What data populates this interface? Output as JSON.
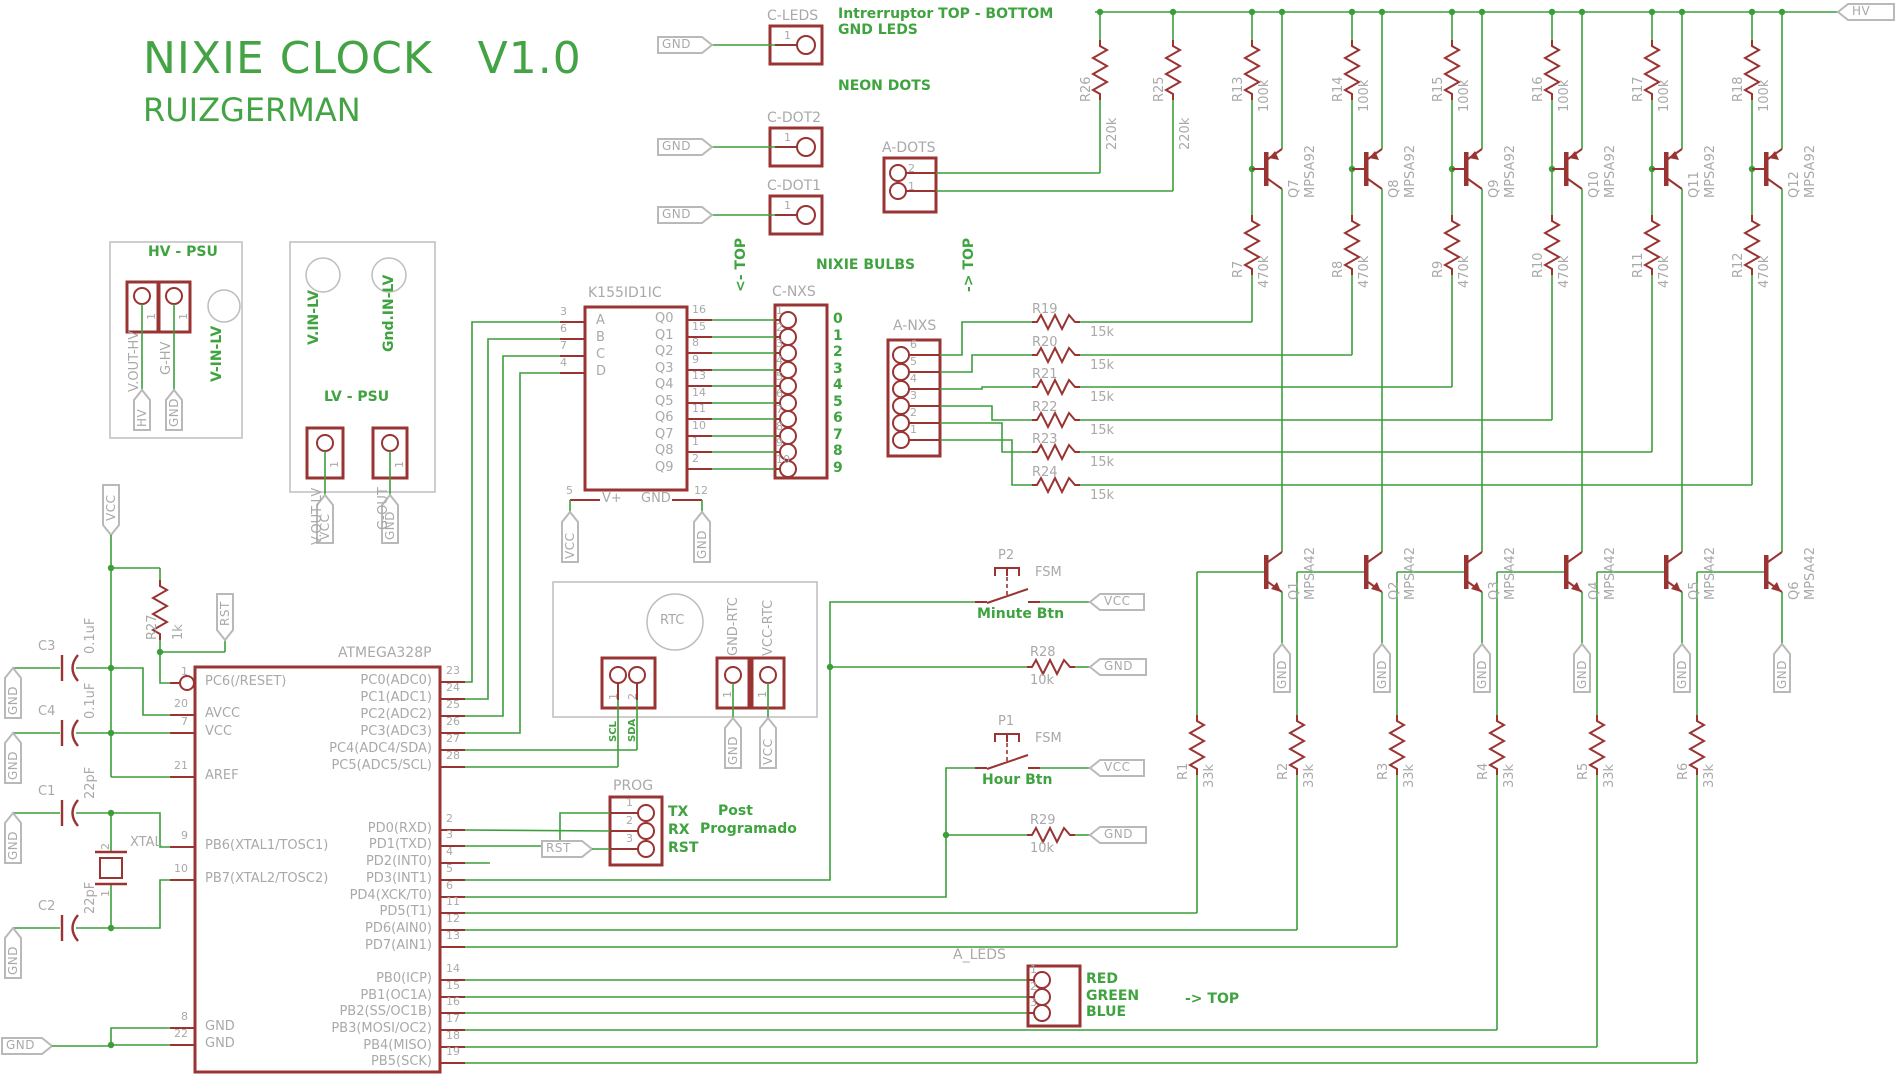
{
  "title": {
    "line1": "NIXIE CLOCK   V1.0",
    "line2": "RUIZGERMAN"
  },
  "colors": {
    "wire_green": "#3b9e3b",
    "component_red": "#9a3433",
    "annotation_green": "#3fa33f",
    "neutral_gray": "#b9b9b9",
    "label_gray": "#a9a9a9",
    "background": "#ffffff"
  },
  "power": {
    "vcc": "VCC",
    "gnd": "GND",
    "hv": "HV",
    "rst": "RST"
  },
  "notes": {
    "interruptor": "Intrerruptor TOP - BOTTOM",
    "gnd_leds": "GND LEDS",
    "neon_dots": "NEON DOTS",
    "nixie_bulbs": "NIXIE BULBS",
    "arrow_left_top": "<- TOP",
    "arrow_right_top": "-> TOP",
    "arrow_leds_top": "-> TOP",
    "post_line1": "Post",
    "post_line2": "Programado",
    "minute_btn": "Minute Btn",
    "hour_btn": "Hour Btn"
  },
  "connectors": {
    "c_leds": {
      "name": "C-LEDS",
      "pins": [
        "1"
      ]
    },
    "c_dot2": {
      "name": "C-DOT2",
      "pins": [
        "1"
      ]
    },
    "c_dot1": {
      "name": "C-DOT1",
      "pins": [
        "1"
      ]
    },
    "a_dots": {
      "name": "A-DOTS",
      "pins": [
        "2",
        "1"
      ]
    },
    "c_nxs": {
      "name": "C-NXS",
      "pins": [
        "1",
        "2",
        "3",
        "4",
        "5",
        "6",
        "7",
        "8",
        "9",
        "10"
      ],
      "digit_labels": [
        "0",
        "1",
        "2",
        "3",
        "4",
        "5",
        "6",
        "7",
        "8",
        "9"
      ]
    },
    "a_nxs": {
      "name": "A-NXS",
      "pins": [
        "6",
        "5",
        "4",
        "3",
        "2",
        "1"
      ]
    },
    "a_leds": {
      "name": "A_LEDS",
      "pins": [
        "1",
        "2",
        "3"
      ],
      "pin_labels": [
        "RED",
        "GREEN",
        "BLUE"
      ]
    },
    "prog": {
      "name": "PROG",
      "pins": [
        "1",
        "2",
        "3"
      ],
      "pin_labels": [
        "TX",
        "RX",
        "RST"
      ]
    }
  },
  "rtc": {
    "box_label": "RTC",
    "i2c_pins": [
      "1",
      "2"
    ],
    "i2c_labels": [
      "SCL",
      "SDA"
    ],
    "gnd_conn": {
      "name": "GND-RTC",
      "pin": "1"
    },
    "vcc_conn": {
      "name": "VCC-RTC",
      "pin": "1"
    }
  },
  "psu": {
    "hv": {
      "title": "HV - PSU",
      "out_v": "V.OUT-HV",
      "out_g": "G-HV",
      "in_label": "V-IN-LV",
      "pin": "1"
    },
    "lv": {
      "title": "LV - PSU",
      "in_v": "V.IN-LV",
      "in_g": "Gnd.IN-LV",
      "out_v": "V.OUT-LV",
      "out_g": "G-OUT",
      "pin": "1"
    }
  },
  "ics": {
    "k155": {
      "name": "K155ID1IC",
      "inputs": [
        {
          "pin": "3",
          "label": "A"
        },
        {
          "pin": "6",
          "label": "B"
        },
        {
          "pin": "7",
          "label": "C"
        },
        {
          "pin": "4",
          "label": "D"
        }
      ],
      "outputs": [
        {
          "pin": "16",
          "label": "Q0"
        },
        {
          "pin": "15",
          "label": "Q1"
        },
        {
          "pin": "8",
          "label": "Q2"
        },
        {
          "pin": "9",
          "label": "Q3"
        },
        {
          "pin": "13",
          "label": "Q4"
        },
        {
          "pin": "14",
          "label": "Q5"
        },
        {
          "pin": "11",
          "label": "Q6"
        },
        {
          "pin": "10",
          "label": "Q7"
        },
        {
          "pin": "1",
          "label": "Q8"
        },
        {
          "pin": "2",
          "label": "Q9"
        }
      ],
      "vplus_pin": "5",
      "vplus_label": "V+",
      "gnd_pin": "12",
      "gnd_label": "GND"
    },
    "atmega": {
      "name": "ATMEGA328P",
      "left_pins": [
        {
          "pin": "1",
          "label": "PC6(/RESET)"
        },
        {
          "pin": "20",
          "label": "AVCC"
        },
        {
          "pin": "7",
          "label": "VCC"
        },
        {
          "pin": "21",
          "label": "AREF"
        },
        {
          "pin": "9",
          "label": "PB6(XTAL1/TOSC1)"
        },
        {
          "pin": "10",
          "label": "PB7(XTAL2/TOSC2)"
        },
        {
          "pin": "8",
          "label": "GND"
        },
        {
          "pin": "22",
          "label": "GND"
        }
      ],
      "right_pins": [
        {
          "pin": "23",
          "label": "PC0(ADC0)"
        },
        {
          "pin": "24",
          "label": "PC1(ADC1)"
        },
        {
          "pin": "25",
          "label": "PC2(ADC2)"
        },
        {
          "pin": "26",
          "label": "PC3(ADC3)"
        },
        {
          "pin": "27",
          "label": "PC4(ADC4/SDA)"
        },
        {
          "pin": "28",
          "label": "PC5(ADC5/SCL)"
        },
        {
          "pin": "2",
          "label": "PD0(RXD)"
        },
        {
          "pin": "3",
          "label": "PD1(TXD)"
        },
        {
          "pin": "4",
          "label": "PD2(INT0)"
        },
        {
          "pin": "5",
          "label": "PD3(INT1)"
        },
        {
          "pin": "6",
          "label": "PD4(XCK/T0)"
        },
        {
          "pin": "11",
          "label": "PD5(T1)"
        },
        {
          "pin": "12",
          "label": "PD6(AIN0)"
        },
        {
          "pin": "13",
          "label": "PD7(AIN1)"
        },
        {
          "pin": "14",
          "label": "PB0(ICP)"
        },
        {
          "pin": "15",
          "label": "PB1(OC1A)"
        },
        {
          "pin": "16",
          "label": "PB2(SS/OC1B)"
        },
        {
          "pin": "17",
          "label": "PB3(MOSI/OC2)"
        },
        {
          "pin": "18",
          "label": "PB4(MISO)"
        },
        {
          "pin": "19",
          "label": "PB5(SCK)"
        }
      ]
    }
  },
  "resistors": [
    {
      "name": "R1",
      "value": "33k"
    },
    {
      "name": "R2",
      "value": "33k"
    },
    {
      "name": "R3",
      "value": "33k"
    },
    {
      "name": "R4",
      "value": "33k"
    },
    {
      "name": "R5",
      "value": "33k"
    },
    {
      "name": "R6",
      "value": "33k"
    },
    {
      "name": "R7",
      "value": "470k"
    },
    {
      "name": "R8",
      "value": "470k"
    },
    {
      "name": "R9",
      "value": "470k"
    },
    {
      "name": "R10",
      "value": "470k"
    },
    {
      "name": "R11",
      "value": "470k"
    },
    {
      "name": "R12",
      "value": "470k"
    },
    {
      "name": "R13",
      "value": "100k"
    },
    {
      "name": "R14",
      "value": "100k"
    },
    {
      "name": "R15",
      "value": "100k"
    },
    {
      "name": "R16",
      "value": "100k"
    },
    {
      "name": "R17",
      "value": "100k"
    },
    {
      "name": "R18",
      "value": "100k"
    },
    {
      "name": "R19",
      "value": "15k"
    },
    {
      "name": "R20",
      "value": "15k"
    },
    {
      "name": "R21",
      "value": "15k"
    },
    {
      "name": "R22",
      "value": "15k"
    },
    {
      "name": "R23",
      "value": "15k"
    },
    {
      "name": "R24",
      "value": "15k"
    },
    {
      "name": "R25",
      "value": "220k"
    },
    {
      "name": "R26",
      "value": "220k"
    },
    {
      "name": "R27",
      "value": "1k"
    },
    {
      "name": "R28",
      "value": "10k"
    },
    {
      "name": "R29",
      "value": "10k"
    }
  ],
  "transistors": [
    {
      "name": "Q1",
      "part": "MPSA42"
    },
    {
      "name": "Q2",
      "part": "MPSA42"
    },
    {
      "name": "Q3",
      "part": "MPSA42"
    },
    {
      "name": "Q4",
      "part": "MPSA42"
    },
    {
      "name": "Q5",
      "part": "MPSA42"
    },
    {
      "name": "Q6",
      "part": "MPSA42"
    },
    {
      "name": "Q7",
      "part": "MPSA92"
    },
    {
      "name": "Q8",
      "part": "MPSA92"
    },
    {
      "name": "Q9",
      "part": "MPSA92"
    },
    {
      "name": "Q10",
      "part": "MPSA92"
    },
    {
      "name": "Q11",
      "part": "MPSA92"
    },
    {
      "name": "Q12",
      "part": "MPSA92"
    }
  ],
  "capacitors": [
    {
      "name": "C1",
      "value": "22pF"
    },
    {
      "name": "C2",
      "value": "22pF"
    },
    {
      "name": "C3",
      "value": "0.1uF"
    },
    {
      "name": "C4",
      "value": "0.1uF"
    }
  ],
  "switches": [
    {
      "name": "P2",
      "part": "FSM",
      "caption": "Minute Btn"
    },
    {
      "name": "P1",
      "part": "FSM",
      "caption": "Hour Btn"
    }
  ],
  "crystal": {
    "name": "XTAL",
    "pin_top": "2",
    "pin_bottom": "1"
  }
}
